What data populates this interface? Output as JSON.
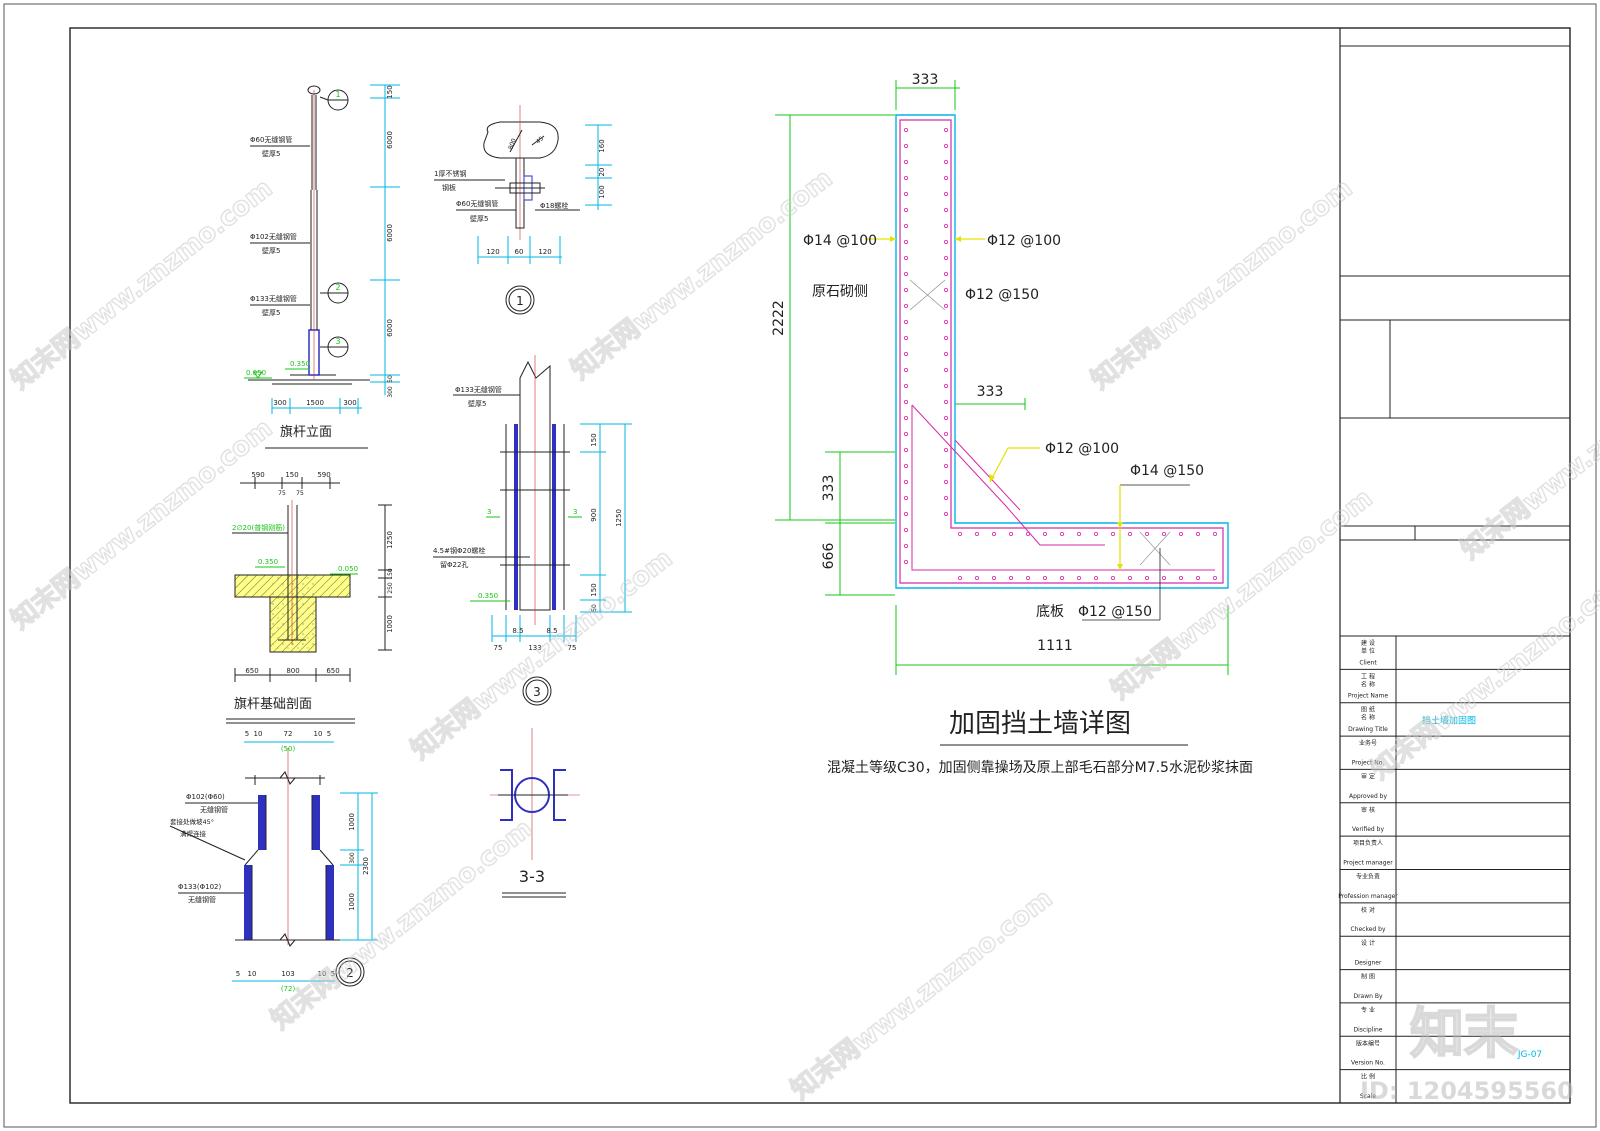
{
  "colors": {
    "outline": "#222222",
    "dim": "#00b7e6",
    "rebar": "#d62aa8",
    "level": "#17c417",
    "pipe": "#3030c0",
    "center": "#c83030",
    "callout": "#e3e300",
    "watermark": "#c8c8c8"
  },
  "flagpole_elevation": {
    "title": "旗杆立面",
    "note1": "Φ60无缝钢管",
    "note1b": "壁厚5",
    "note2": "Φ102无缝钢管",
    "note2b": "壁厚5",
    "note3": "Φ133无缝钢管",
    "note3b": "壁厚5",
    "v1": "6000",
    "v2": "6000",
    "v3": "6000",
    "v_top": "150",
    "v_b1": "50",
    "v_b2": "300",
    "h1": "300",
    "h2": "1500",
    "h3": "300",
    "lvl1": "0.050",
    "lvl2": "0.350",
    "c1": "1",
    "c2": "2",
    "c3": "3"
  },
  "detail1": {
    "num": "1",
    "note1": "1厚不锈钢",
    "note1b": "钢板",
    "note2": "Φ60无缝钢管",
    "note2b": "壁厚5",
    "note3": "Φ18螺栓",
    "d1": "120",
    "d2": "60",
    "d3": "120",
    "v1": "160",
    "v2": "20",
    "v3": "100",
    "r1": "800",
    "r2": "45"
  },
  "foundation": {
    "title": "旗杆基础剖面",
    "note1": "2∅20(普钢刚筋)",
    "lvl1": "0.350",
    "lvl2": "0.050",
    "t1": "590",
    "t2": "150",
    "t3": "590",
    "t4": "75",
    "t5": "75",
    "v1": "1250",
    "v2": "150",
    "v3": "250",
    "v4": "1000",
    "b1": "650",
    "b2": "800",
    "b3": "650"
  },
  "detail3": {
    "num": "3",
    "note1": "Φ133无缝钢管",
    "note1b": "壁厚5",
    "note2": "4.5#钢Φ20螺栓",
    "note2b": "留Φ22孔",
    "sec": "3",
    "lvl": "0.350",
    "v1": "150",
    "v2": "900",
    "v3": "150",
    "v4": "50",
    "vt": "1250",
    "b1": "75",
    "b2": "8.5",
    "b3": "133",
    "b4": "8.5",
    "b5": "75"
  },
  "detail2": {
    "num": "2",
    "note1": "Φ102(Φ60)",
    "note1b": "无缝钢管",
    "note2": "套接处做坡45°",
    "note2b": "满焊连接",
    "note3": "Φ133(Φ102)",
    "note3b": "无缝钢管",
    "t1": "5",
    "t2": "10",
    "t3": "72",
    "t4": "10",
    "t5": "5",
    "t6": "(50)",
    "v1": "1000",
    "v2": "300",
    "v3": "1000",
    "vt": "2300",
    "b1": "5",
    "b2": "10",
    "b3": "103",
    "b4": "10",
    "b5": "5",
    "b6": "(72)"
  },
  "section33": {
    "title": "3-3"
  },
  "wall": {
    "title": "加固挡土墙详图",
    "note": "混凝土等级C30，加固侧靠操场及原上部毛石部分M7.5水泥砂浆抹面",
    "d_top": "333",
    "d_mid": "333",
    "d_h1": "2222",
    "d_h2": "333",
    "d_h3": "666",
    "d_w": "1111",
    "r1": "Φ14 @100",
    "r2": "Φ12 @100",
    "r3": "Φ12 @150",
    "r4": "Φ12 @100",
    "r5": "Φ14 @150",
    "r6": "Φ12 @150",
    "side": "原石砌侧",
    "base": "底板"
  },
  "titleblock": {
    "rows": [
      {
        "cn": "建 设\n单 位",
        "en": "Client",
        "val": ""
      },
      {
        "cn": "工 程\n名 称",
        "en": "Project Name",
        "val": ""
      },
      {
        "cn": "图 纸\n名 称",
        "en": "Drawing Title",
        "val": "挡土墙加固图"
      },
      {
        "cn": "业务号",
        "en": "Project No.",
        "val": ""
      },
      {
        "cn": "审 定",
        "en": "Approved by",
        "val": ""
      },
      {
        "cn": "审 核",
        "en": "Verified by",
        "val": ""
      },
      {
        "cn": "项目负责人",
        "en": "Project manager",
        "val": ""
      },
      {
        "cn": "专业负责",
        "en": "Profession manager",
        "val": ""
      },
      {
        "cn": "校 对",
        "en": "Checked by",
        "val": ""
      },
      {
        "cn": "设 计",
        "en": "Designer",
        "val": ""
      },
      {
        "cn": "制 图",
        "en": "Drawn By",
        "val": ""
      },
      {
        "cn": "专 业",
        "en": "Discipline",
        "val": ""
      },
      {
        "cn": "版本编号",
        "en": "Version No.",
        "val": "JG-07"
      },
      {
        "cn": "比 例",
        "en": "Scale",
        "val": ""
      }
    ]
  },
  "watermark": {
    "brand": "知末",
    "site": "知末网www.znzmo.com",
    "id": "ID: 1204595560"
  }
}
